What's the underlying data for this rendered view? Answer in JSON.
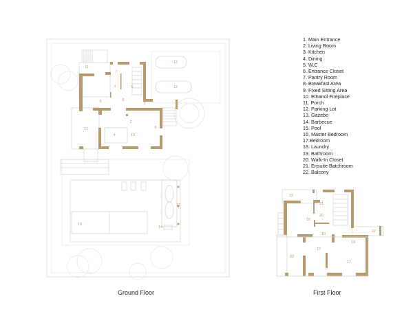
{
  "legend": [
    "1. Main Entrance",
    "2. Living Room",
    "3. Kitchen",
    "4. Dining",
    "5. W.C",
    "6. Entrance Closet",
    "7. Pantry Room",
    "8. Breakfast Area",
    "9. Fixed Sitting Area",
    "10. Ethanol Fireplace",
    "11. Porch",
    "12. Parking Lot",
    "13. Gazebo",
    "14. Barbecue",
    "15. Pool",
    "16. Master Bedroom",
    "17.Bedroom",
    "18. Laundry",
    "19. Bathroom",
    "20. Walk-In Closet",
    "21. Ensuite Batchroom",
    "22. Balcony"
  ],
  "captions": {
    "ground": "Ground Floor",
    "first": "First Floor"
  },
  "ground_labels": [
    "11",
    "7",
    "7",
    "5",
    "6",
    "6",
    "3",
    "2",
    "9",
    "11",
    "4",
    "10",
    "12",
    "12",
    "13",
    "15",
    "14"
  ],
  "first_labels": [
    "22",
    "21",
    "20",
    "16",
    "18",
    "22",
    "19",
    "17",
    "22",
    "17"
  ],
  "colors": {
    "wall": "#b89a6e",
    "label": "#c9955f"
  }
}
